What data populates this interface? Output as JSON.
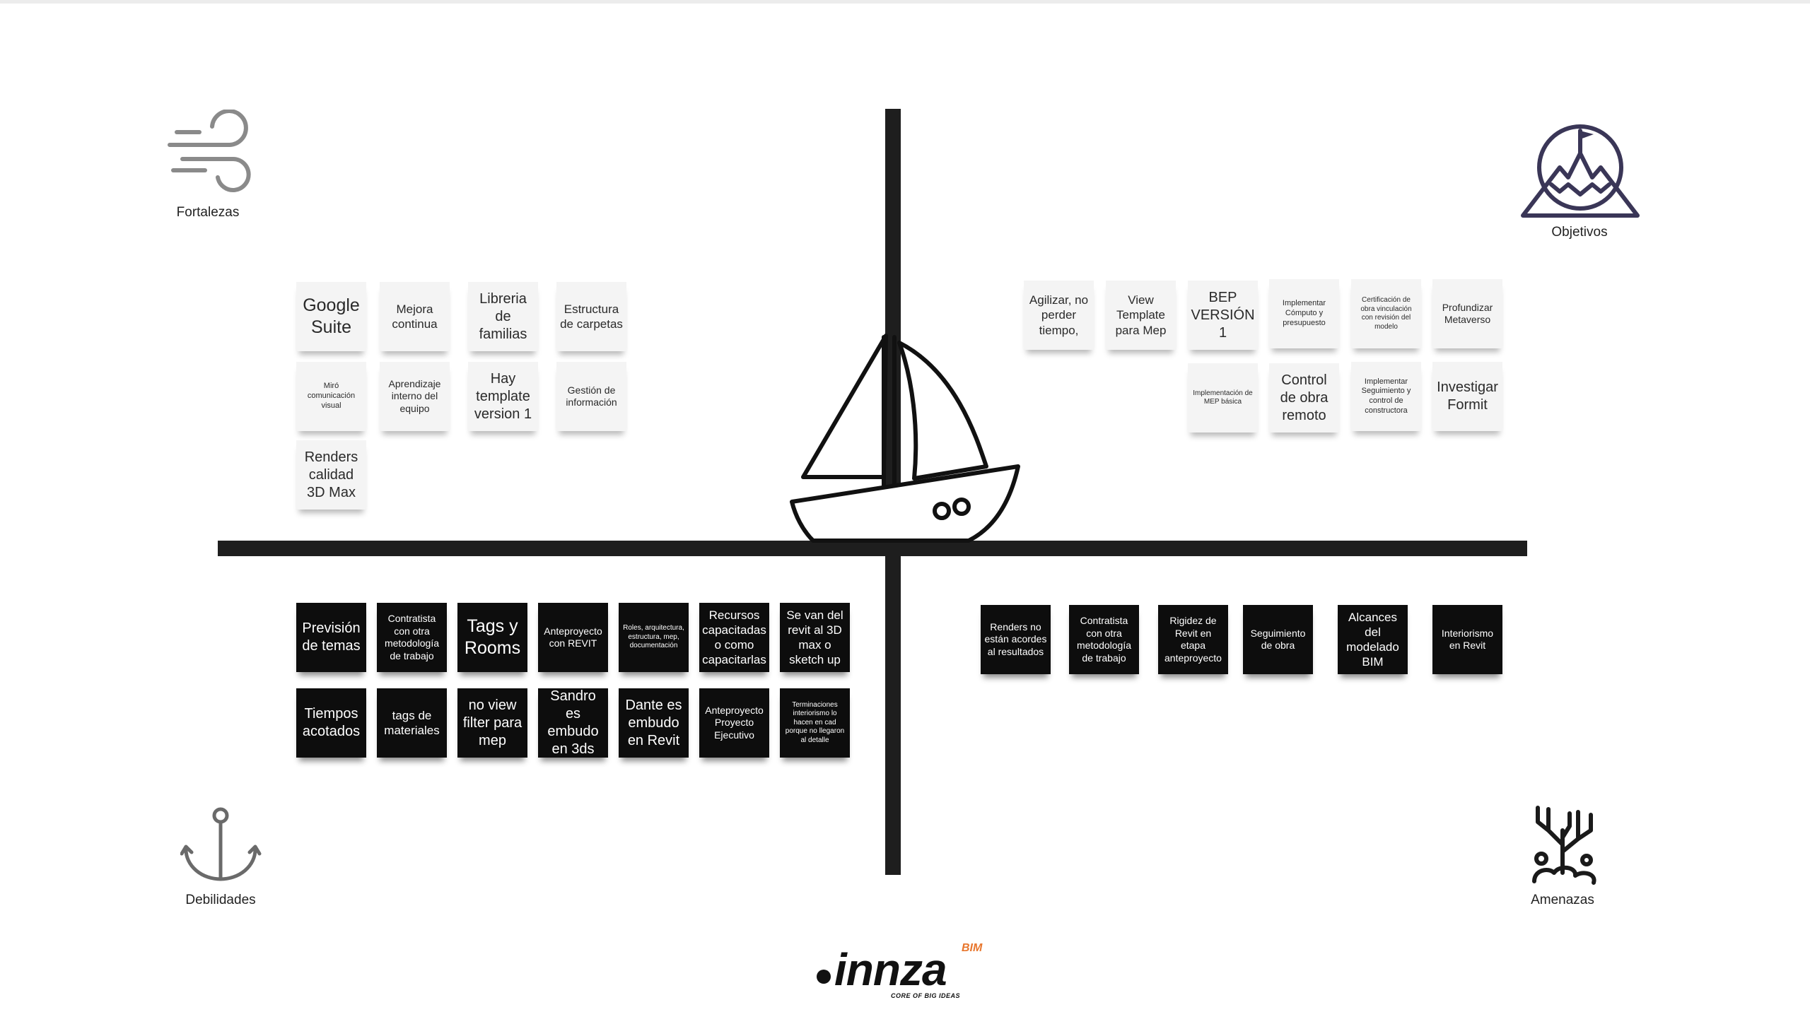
{
  "quadrants": {
    "fortalezas": {
      "label": "Fortalezas",
      "icon": "wind-icon"
    },
    "objetivos": {
      "label": "Objetivos",
      "icon": "mountain-flag-icon"
    },
    "debilidades": {
      "label": "Debilidades",
      "icon": "anchor-icon"
    },
    "amenazas": {
      "label": "Amenazas",
      "icon": "coral-icon"
    }
  },
  "fortalezas_notes": [
    {
      "text": "Google Suite"
    },
    {
      "text": "Mejora continua"
    },
    {
      "text": "Libreria de familias"
    },
    {
      "text": "Estructura de carpetas"
    },
    {
      "text": "Miró comunicación visual"
    },
    {
      "text": "Aprendizaje interno del equipo"
    },
    {
      "text": "Hay template version 1"
    },
    {
      "text": "Gestión de información"
    },
    {
      "text": "Renders calidad 3D Max"
    }
  ],
  "objetivos_notes": [
    {
      "text": "Agilizar, no perder tiempo,"
    },
    {
      "text": "View Template para Mep"
    },
    {
      "text": "BEP VERSIÓN 1"
    },
    {
      "text": "Implementar Cómputo y presupuesto"
    },
    {
      "text": "Certificación de obra vinculación con revisión del modelo"
    },
    {
      "text": "Profundizar Metaverso"
    },
    {
      "text": "Implementación de MEP básica"
    },
    {
      "text": "Control de obra remoto"
    },
    {
      "text": "Implementar Seguimiento y control de constructora"
    },
    {
      "text": "Investigar Formit"
    }
  ],
  "debilidades_notes": [
    {
      "text": "Previsión de temas"
    },
    {
      "text": "Contratista con otra metodología de trabajo"
    },
    {
      "text": "Tags y Rooms"
    },
    {
      "text": "Anteproyecto con REVIT"
    },
    {
      "text": "Roles, arquitectura, estructura, mep, documentación"
    },
    {
      "text": "Recursos capacitadas o como capacitarlas"
    },
    {
      "text": "Se van del revit al 3D max o sketch up"
    },
    {
      "text": "Tiempos acotados"
    },
    {
      "text": "tags de materiales"
    },
    {
      "text": "no view filter para mep"
    },
    {
      "text": "Sandro es embudo en 3ds"
    },
    {
      "text": "Dante es embudo en Revit"
    },
    {
      "text": "Anteproyecto Proyecto Ejecutivo"
    },
    {
      "text": "Terminaciones interiorismo lo hacen en cad porque no llegaron al detalle"
    }
  ],
  "amenazas_notes": [
    {
      "text": "Renders no están acordes al resultados"
    },
    {
      "text": "Contratista con otra metodología de trabajo"
    },
    {
      "text": "Rigidez de Revit en etapa anteproyecto"
    },
    {
      "text": "Seguimiento de obra"
    },
    {
      "text": "Alcances del modelado BIM"
    },
    {
      "text": "Interiorismo en Revit"
    }
  ],
  "center_icon": "sailboat-icon",
  "logo": {
    "word": "innza",
    "badge": "BIM",
    "tagline": "CORE OF BIG IDEAS"
  },
  "colors": {
    "axis": "#1e1e1e",
    "note_light": "#f4f4f4",
    "note_dark": "#0d0d0d",
    "logo_accent": "#e8772e"
  }
}
